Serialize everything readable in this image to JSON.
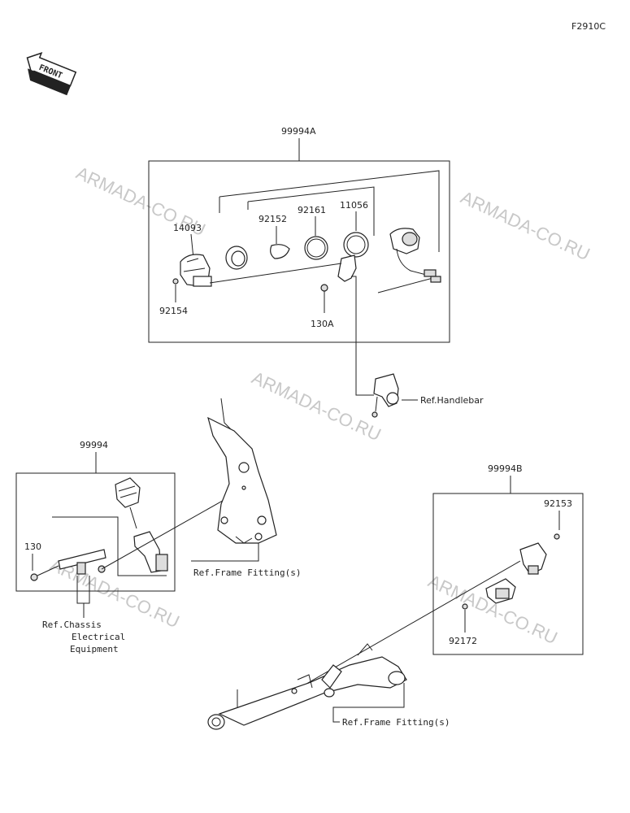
{
  "figure_code": "F2910C",
  "front_label": "FRONT",
  "watermark": "ARMADA-CO.RU",
  "groups": {
    "top": {
      "kit": "99994A",
      "parts": {
        "p14093": "14093",
        "p92152": "92152",
        "p92161": "92161",
        "p11056": "11056",
        "p92154": "92154",
        "p130A": "130A"
      },
      "ref_handlebar": "Ref.Handlebar"
    },
    "left": {
      "kit": "99994",
      "part_130": "130",
      "ref_chassis_lines": [
        "Ref.Chassis",
        "Electrical",
        "Equipment"
      ],
      "ref_frame": "Ref.Frame Fitting(s)"
    },
    "right": {
      "kit": "99994B",
      "part_92153": "92153",
      "part_92172": "92172",
      "ref_frame": "Ref.Frame Fitting(s)"
    }
  }
}
